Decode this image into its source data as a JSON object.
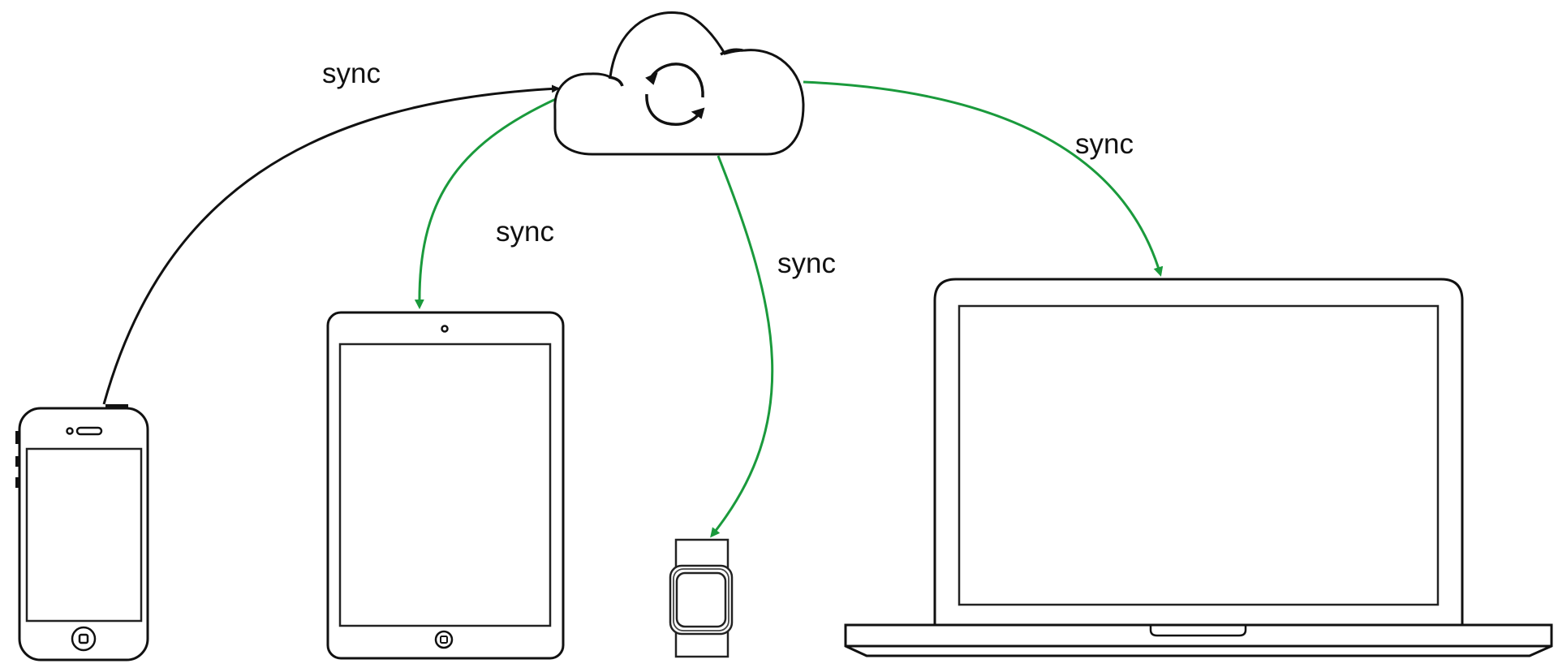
{
  "diagram": {
    "title": "Cloud sync between devices",
    "colors": {
      "outline": "#111111",
      "sync_line_primary": "#111111",
      "sync_line_secondary": "#1a9a3c"
    },
    "nodes": [
      {
        "id": "cloud",
        "label": "",
        "icon": "cloud-sync-icon"
      },
      {
        "id": "phone",
        "label": "",
        "icon": "smartphone-icon"
      },
      {
        "id": "tablet",
        "label": "",
        "icon": "tablet-icon"
      },
      {
        "id": "watch",
        "label": "",
        "icon": "smartwatch-icon"
      },
      {
        "id": "laptop",
        "label": "",
        "icon": "laptop-icon"
      }
    ],
    "edges": [
      {
        "from": "phone",
        "to": "cloud",
        "label": "sync",
        "color": "black"
      },
      {
        "from": "cloud",
        "to": "tablet",
        "label": "sync",
        "color": "green"
      },
      {
        "from": "cloud",
        "to": "watch",
        "label": "sync",
        "color": "green"
      },
      {
        "from": "cloud",
        "to": "laptop",
        "label": "sync",
        "color": "green"
      }
    ]
  }
}
